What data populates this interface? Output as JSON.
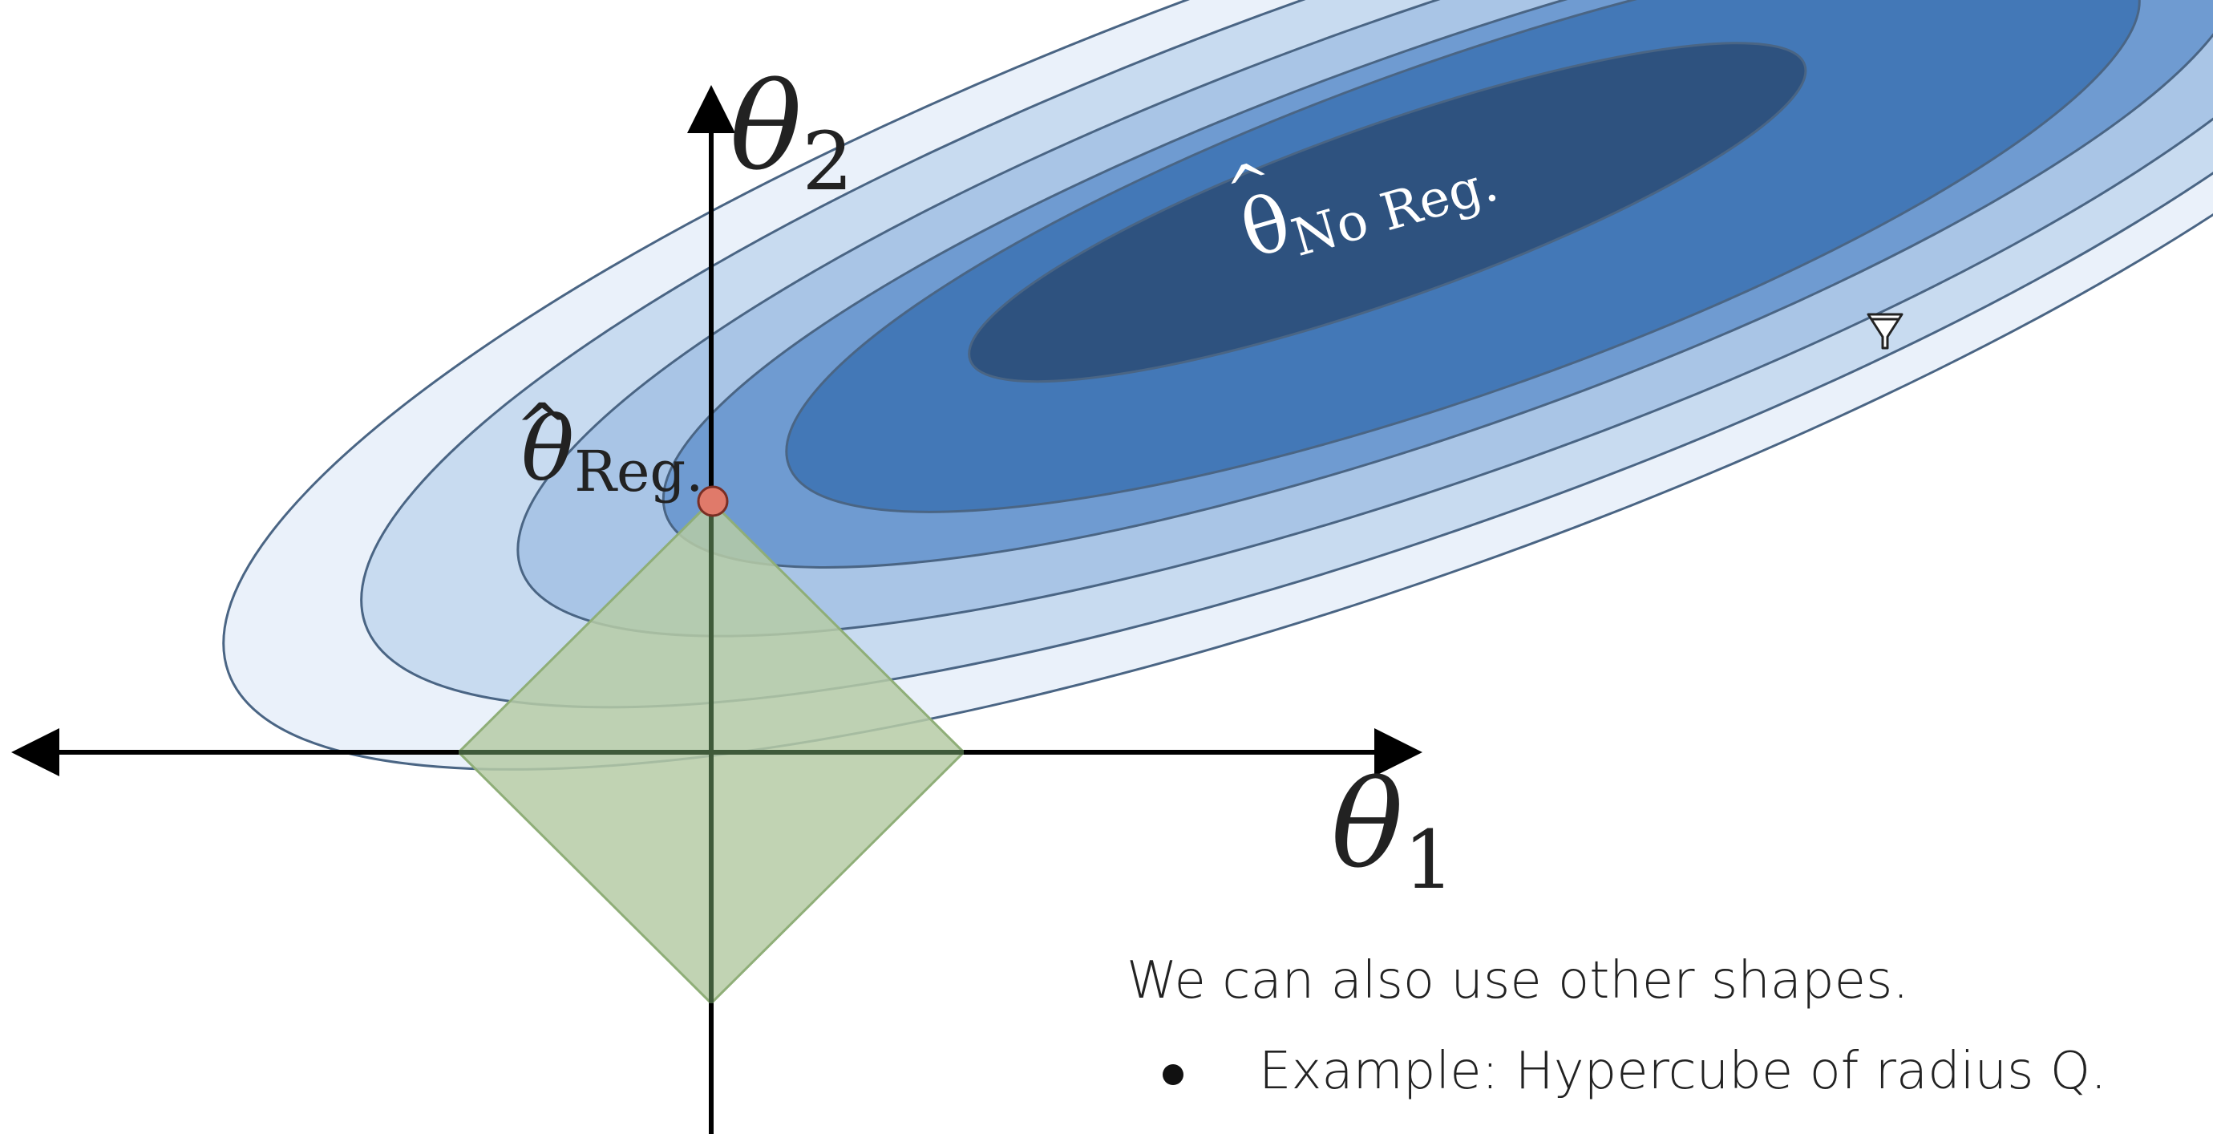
{
  "colors": {
    "contour_fills": [
      "#eaf1fa",
      "#c8dbf0",
      "#a9c5e6",
      "#6f9bd1",
      "#4378b7",
      "#2e527f"
    ],
    "contour_line": "#4a6584",
    "constraint_fill": "#b6cba6",
    "constraint_stroke": "#8fae78",
    "constraint_axes": "#3f5a3a",
    "axis": "#000000",
    "solution_point": "#e07a6a",
    "solution_point_stroke": "#7a2e24",
    "text": "#222222",
    "label_light": "#ffffff"
  },
  "diagram": {
    "axis_x_label": {
      "symbol": "θ",
      "subscript": "1"
    },
    "axis_y_label": {
      "symbol": "θ",
      "subscript": "2"
    },
    "reg_label": {
      "hat": "^",
      "symbol": "θ",
      "subscript": "Reg."
    },
    "noreg_label": {
      "hat": "^",
      "symbol": "θ",
      "subscript": "No Reg."
    },
    "constraint_shape": "diamond",
    "contour_levels": 6,
    "icons": {
      "cursor": "mouse-cursor-icon"
    }
  },
  "caption": {
    "lead": "We can also use other shapes.",
    "bullets": [
      {
        "text": "Example: Hypercube of radius Q."
      }
    ]
  }
}
